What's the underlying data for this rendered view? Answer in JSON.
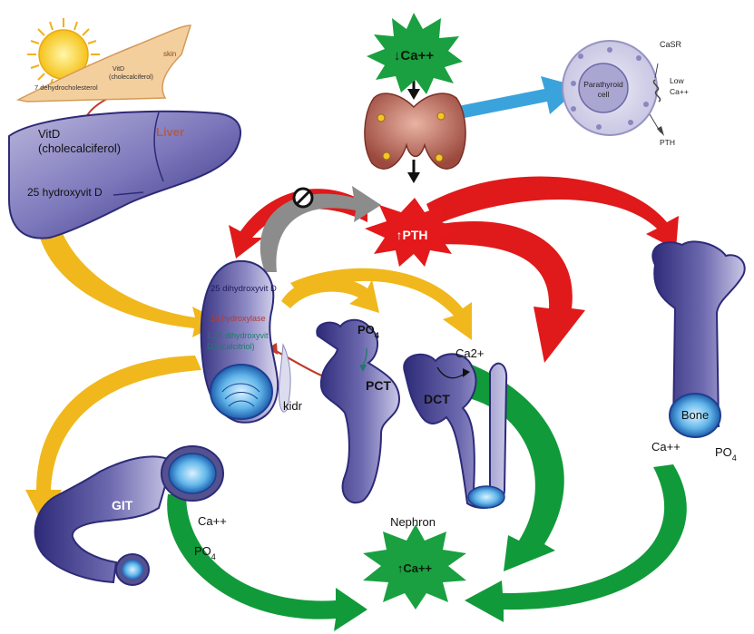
{
  "skin": {
    "label": "skin",
    "precursor": "7 dehydrocholesterol",
    "vitd_line1": "VitD",
    "vitd_line2": "(cholecalciferol)"
  },
  "liver": {
    "label": "Liver",
    "vitd_line1": "VitD",
    "vitd_line2": "(cholecalciferol)",
    "metabolite": "25 hydroxyvit D"
  },
  "top_signal": {
    "text": "↓Ca++"
  },
  "parathyroid_cell": {
    "cell_line1": "Parathyroid",
    "cell_line2": "cell",
    "receptor": "CaSR",
    "low_line1": "Low",
    "low_line2": "Ca++",
    "output": "PTH"
  },
  "center_signal": {
    "text": "↑PTH"
  },
  "kidney": {
    "line_25": "25 dihydroxyvit D",
    "enzyme": "1a hydroxylase",
    "product_line1": "1,25 dihydroxyvit",
    "product_line2": "D3 (calcitriol)",
    "label": "kidr"
  },
  "nephron": {
    "po4": "PO",
    "po4_sub": "4",
    "pct": "PCT",
    "dct": "DCT",
    "ca": "Ca2+",
    "label": "Nephron"
  },
  "bone": {
    "label": "Bone",
    "ca": "Ca++",
    "po4": "PO",
    "po4_sub": "4"
  },
  "git": {
    "label": "GIT",
    "ca": "Ca++",
    "po4": "PO",
    "po4_sub": "4"
  },
  "bottom_signal": {
    "text": "↑Ca++"
  },
  "colors": {
    "red_arrow": "#e0191b",
    "green_arrow": "#119a3a",
    "yellow_arrow": "#f0b81c",
    "gray_arrow": "#8c8c8c",
    "blue_arrow": "#3aa3dc",
    "organ_purple": "#3f3b8a",
    "starburst_green": "#1aa040",
    "starburst_red": "#e3191b"
  }
}
